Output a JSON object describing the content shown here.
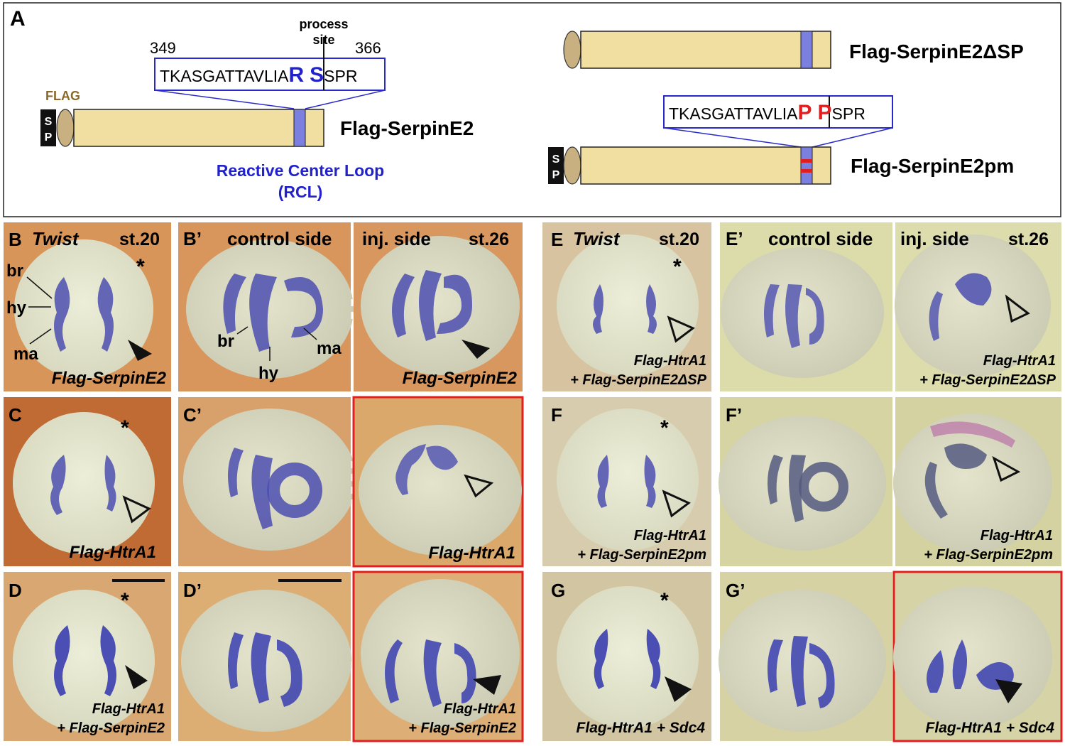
{
  "panelA": {
    "label": "A",
    "numStart": "349",
    "numEnd": "366",
    "processSite1": "process",
    "processSite2": "site",
    "flagLabel": "FLAG",
    "spS": "S",
    "spP": "P",
    "wtSeqPrefix": "TKASGATTAVLIA",
    "wtR": "R",
    "wtS": "S",
    "wtSuffix": "SPR",
    "construct1": "Flag-SerpinE2",
    "rcl1": "Reactive Center Loop",
    "rcl2": "(RCL)",
    "construct2": "Flag-SerpinE2ΔSP",
    "pmSeqPrefix": "TKASGATTAVLIA",
    "pmP1": "P",
    "pmP2": "P",
    "pmSuffix": "SPR",
    "construct3": "Flag-SerpinE2pm"
  },
  "colors": {
    "rcl": "#7b7fe0",
    "blueText": "#2222cc",
    "red": "#e02020",
    "protein": "#f0dfa0",
    "flag": "#c8b080",
    "flagText": "#8a6a2a",
    "redBorder": "#e02020"
  },
  "panels": {
    "B": {
      "label": "B",
      "gene": "Twist",
      "stage": "st.20",
      "star": "*",
      "br": "br",
      "hy": "hy",
      "ma": "ma",
      "cond": "Flag-SerpinE2"
    },
    "Bp": {
      "label": "B’",
      "side": "control side",
      "br": "br",
      "hy": "hy",
      "ma": "ma"
    },
    "Bpi": {
      "side": "inj. side",
      "stage": "st.26",
      "cond": "Flag-SerpinE2"
    },
    "C": {
      "label": "C",
      "star": "*",
      "cond": "Flag-HtrA1"
    },
    "Cp": {
      "label": "C’"
    },
    "Cpi": {
      "cond": "Flag-HtrA1"
    },
    "D": {
      "label": "D",
      "star": "*",
      "cond1": "Flag-HtrA1",
      "cond2": "+ Flag-SerpinE2"
    },
    "Dp": {
      "label": "D’"
    },
    "Dpi": {
      "cond1": "Flag-HtrA1",
      "cond2": "+ Flag-SerpinE2"
    },
    "E": {
      "label": "E",
      "gene": "Twist",
      "stage": "st.20",
      "star": "*",
      "cond1": "Flag-HtrA1",
      "cond2": "+ Flag-SerpinE2ΔSP"
    },
    "Ep": {
      "label": "E’",
      "side": "control side"
    },
    "Epi": {
      "side": "inj. side",
      "stage": "st.26",
      "cond1": "Flag-HtrA1",
      "cond2": "+ Flag-SerpinE2ΔSP"
    },
    "F": {
      "label": "F",
      "star": "*",
      "cond1": "Flag-HtrA1",
      "cond2": "+ Flag-SerpinE2pm"
    },
    "Fp": {
      "label": "F’"
    },
    "Fpi": {
      "cond1": "Flag-HtrA1",
      "cond2": "+ Flag-SerpinE2pm"
    },
    "G": {
      "label": "G",
      "star": "*",
      "cond": "Flag-HtrA1 + Sdc4"
    },
    "Gp": {
      "label": "G’"
    },
    "Gpi": {
      "cond": "Flag-HtrA1 + Sdc4"
    }
  }
}
